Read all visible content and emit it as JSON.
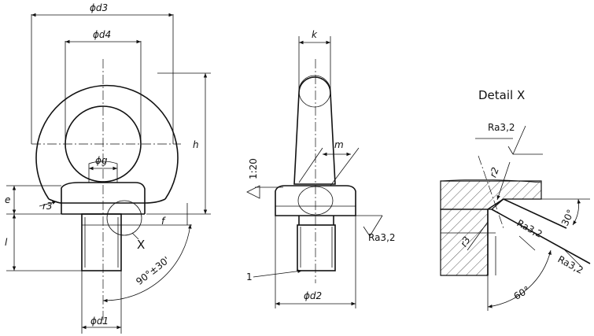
{
  "front_view": {
    "dim_d3": "ϕd3",
    "dim_d4": "ϕd4",
    "dim_g": "ϕg",
    "dim_d1": "ϕd1",
    "dim_h": "h",
    "dim_e": "e",
    "dim_l": "l",
    "dim_f": "f",
    "dim_r3": "r3",
    "angle": "90°±30'",
    "detail_marker": "X"
  },
  "side_view": {
    "dim_k": "k",
    "dim_m": "m",
    "taper": "1:20",
    "dim_d2": "ϕd2",
    "item_number": "1",
    "roughness": "Ra3,2"
  },
  "detail_x": {
    "title": "Detail X",
    "roughness_top": "Ra3,2",
    "roughness_mid": "Ra3,2",
    "roughness_right": "Ra3,2",
    "angle_30": "30°",
    "angle_60": "60°",
    "radius_r2": "r2",
    "radius_r3": "r3"
  }
}
